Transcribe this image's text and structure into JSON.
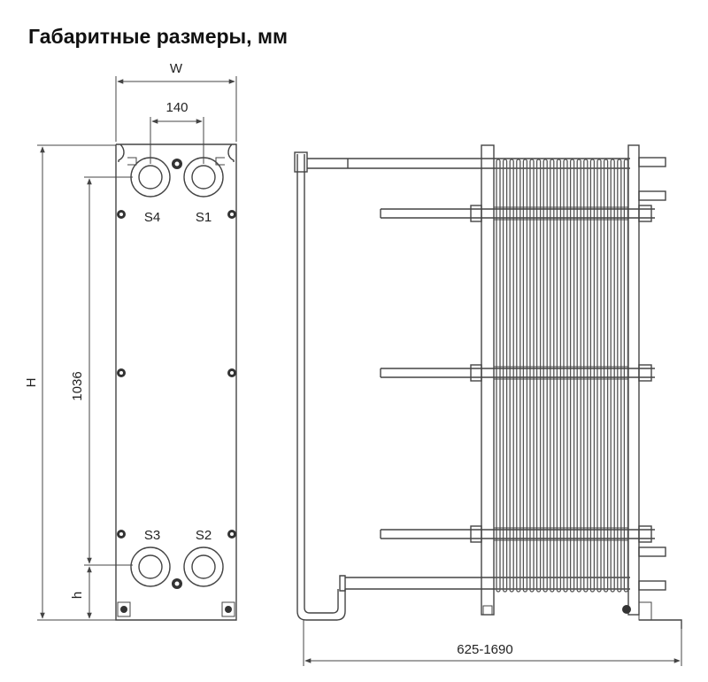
{
  "title": "Габаритные размеры, мм",
  "front_view": {
    "width_label": "W",
    "port_spacing_label": "140",
    "height_label": "H",
    "port_distance_label": "1036",
    "bottom_offset_label": "h",
    "ports": {
      "top_left": "S4",
      "top_right": "S1",
      "bottom_left": "S3",
      "bottom_right": "S2"
    }
  },
  "side_view": {
    "length_label": "625-1690"
  },
  "colors": {
    "line": "#444444",
    "bolt": "#333333"
  }
}
